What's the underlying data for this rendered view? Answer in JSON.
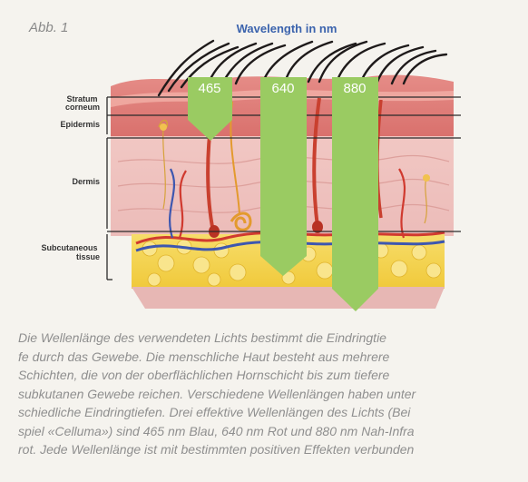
{
  "figure": {
    "label": "Abb. 1",
    "title": "Wavelength in nm"
  },
  "layers": [
    {
      "label_lines": [
        "Stratum",
        "corneum"
      ]
    },
    {
      "label_lines": [
        "Epidermis"
      ]
    },
    {
      "label_lines": [
        "Dermis"
      ]
    },
    {
      "label_lines": [
        "Subcutaneous",
        "tissue"
      ]
    }
  ],
  "wavelengths": [
    {
      "value": "465",
      "depth_layer": "Epidermis"
    },
    {
      "value": "640",
      "depth_layer": "Subcutaneous tissue"
    },
    {
      "value": "880",
      "depth_layer": "below Subcutaneous tissue"
    }
  ],
  "colors": {
    "arrow_green": "#9acb62",
    "title_blue": "#3b63ad",
    "background": "#f5f3ee",
    "caption_grey": "#8f8f8f"
  },
  "caption": {
    "lines": [
      "Die Wellenlänge des verwendeten Lichts bestimmt die Eindringtie",
      "fe durch das Gewebe. Die menschliche Haut besteht aus mehrere",
      "Schichten, die von der oberflächlichen Hornschicht bis zum tiefere",
      "subkutanen Gewebe reichen. Verschiedene Wellenlängen haben unter",
      "schiedliche Eindringtiefen. Drei effektive Wellenlängen des Lichts (Bei",
      "spiel «Celluma») sind 465 nm Blau, 640 nm Rot und 880 nm Nah-Infra",
      "rot. Jede Wellenlänge ist mit bestimmten positiven Effekten verbunden"
    ]
  }
}
